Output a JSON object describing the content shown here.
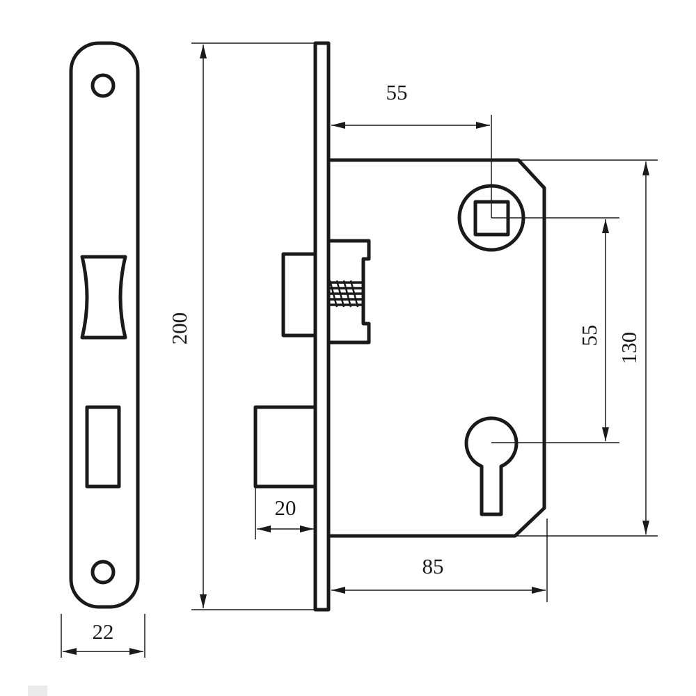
{
  "diagram": {
    "dimensions": {
      "faceplate_width": "22",
      "total_height": "200",
      "backset": "55",
      "center_distance": "55",
      "case_height": "130",
      "case_depth": "85",
      "bolt_throw": "20"
    },
    "parts": [
      "faceplate",
      "latch-bolt",
      "dead-bolt",
      "lock-case",
      "spindle-hole",
      "keyhole",
      "spring"
    ]
  }
}
